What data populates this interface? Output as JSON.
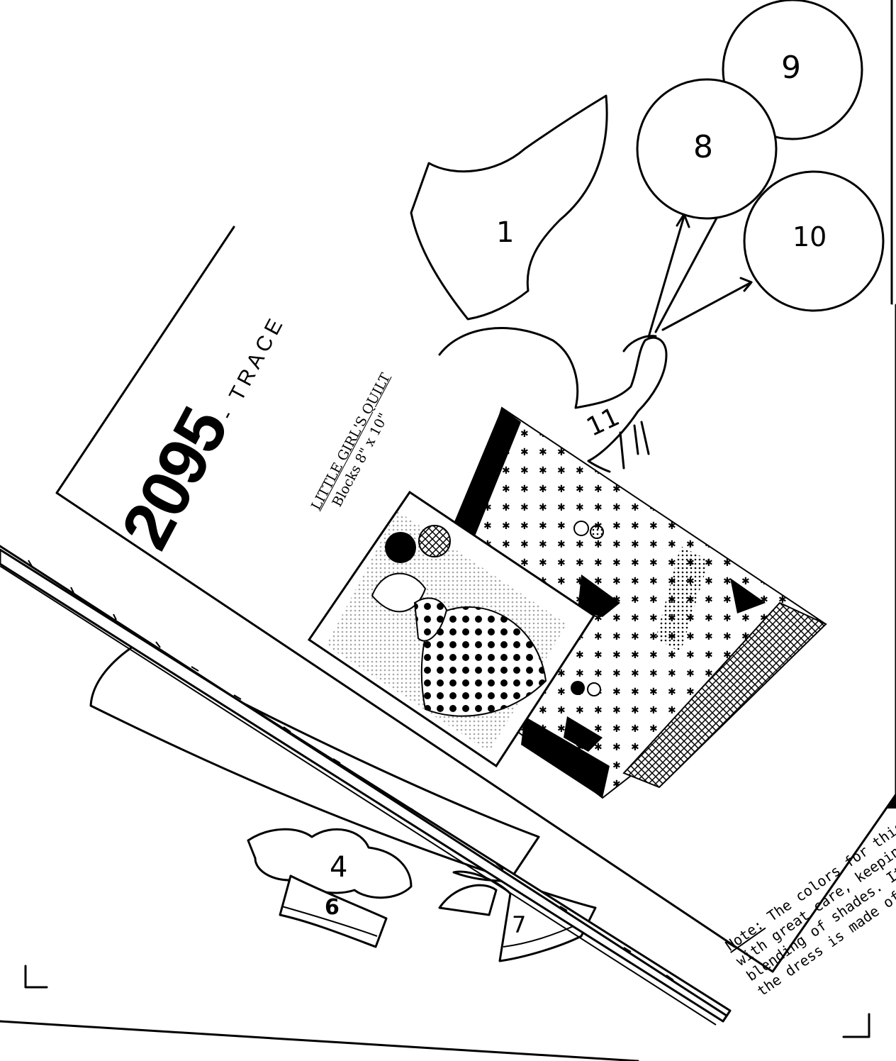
{
  "document": {
    "pattern_number": "2095",
    "pattern_suffix": "- TRACE",
    "quilt_title": "LITTLE GIRL'S QUILT",
    "block_size": "Blocks 8\" x 10\"",
    "note": {
      "label": "Note:",
      "lines": [
        " The colors for this quilt sho",
        "with great care, keeping in mind th",
        "blending of shades.  It is most",
        "the dress is made of a fine"
      ]
    }
  },
  "pieces": {
    "bonnet": "1",
    "skirt_left": "4",
    "shoe_left": "6",
    "shoe_right": "7",
    "balloon_a": "8",
    "balloon_b": "9",
    "balloon_c": "10",
    "hand": "11"
  },
  "colors": {
    "ink": "#000000",
    "paper": "#ffffff",
    "halftone": "#8a8a8a"
  }
}
